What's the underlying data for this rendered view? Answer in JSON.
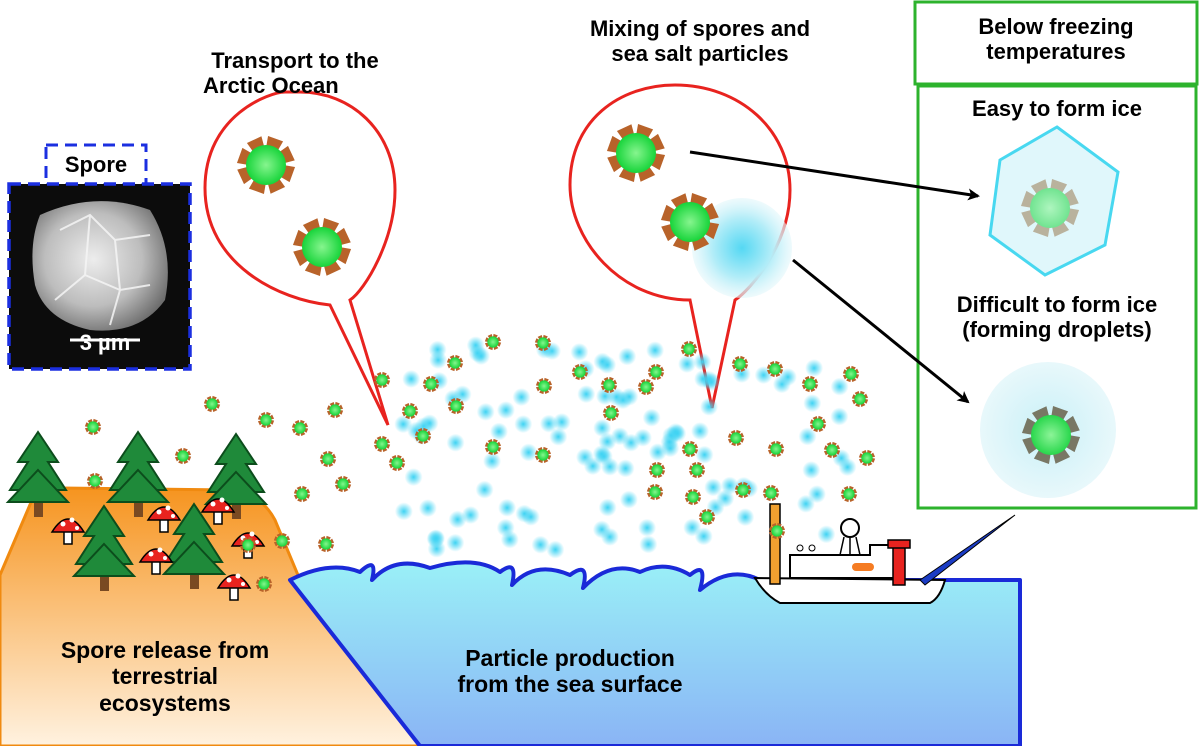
{
  "labels": {
    "spore": "Spore",
    "scale": "3 µm",
    "transport": [
      "Transport to the",
      "Arctic Ocean"
    ],
    "mixing": [
      "Mixing of spores and",
      "sea salt particles"
    ],
    "below": [
      "Below freezing",
      "temperatures"
    ],
    "easy": "Easy to form ice",
    "difficult": [
      "Difficult to form ice",
      "(forming droplets)"
    ],
    "spore_release": [
      "Spore release from",
      "terrestrial",
      "ecosystems"
    ],
    "particle_production": [
      "Particle production",
      "from the sea surface"
    ]
  },
  "icons": [
    "spore-icon",
    "sea-salt-particle-icon",
    "ice-crystal-icon",
    "droplet-icon",
    "tree-icon",
    "mushroom-icon",
    "ship-icon",
    "arrow-icon"
  ],
  "colors": {
    "spore_core": "#2ee84a",
    "spore_spike": "#b8632a",
    "bubble_outline": "#e8231f",
    "panel_outline": "#2db32d",
    "scalebox_outline": "#1b2fe0",
    "sea_fill": "#8ee8f5",
    "sea_outline": "#1a2ad8",
    "land_fill": "#f7a23a",
    "salt": "#48d6f2",
    "ice_outline": "#3fd6f0"
  }
}
